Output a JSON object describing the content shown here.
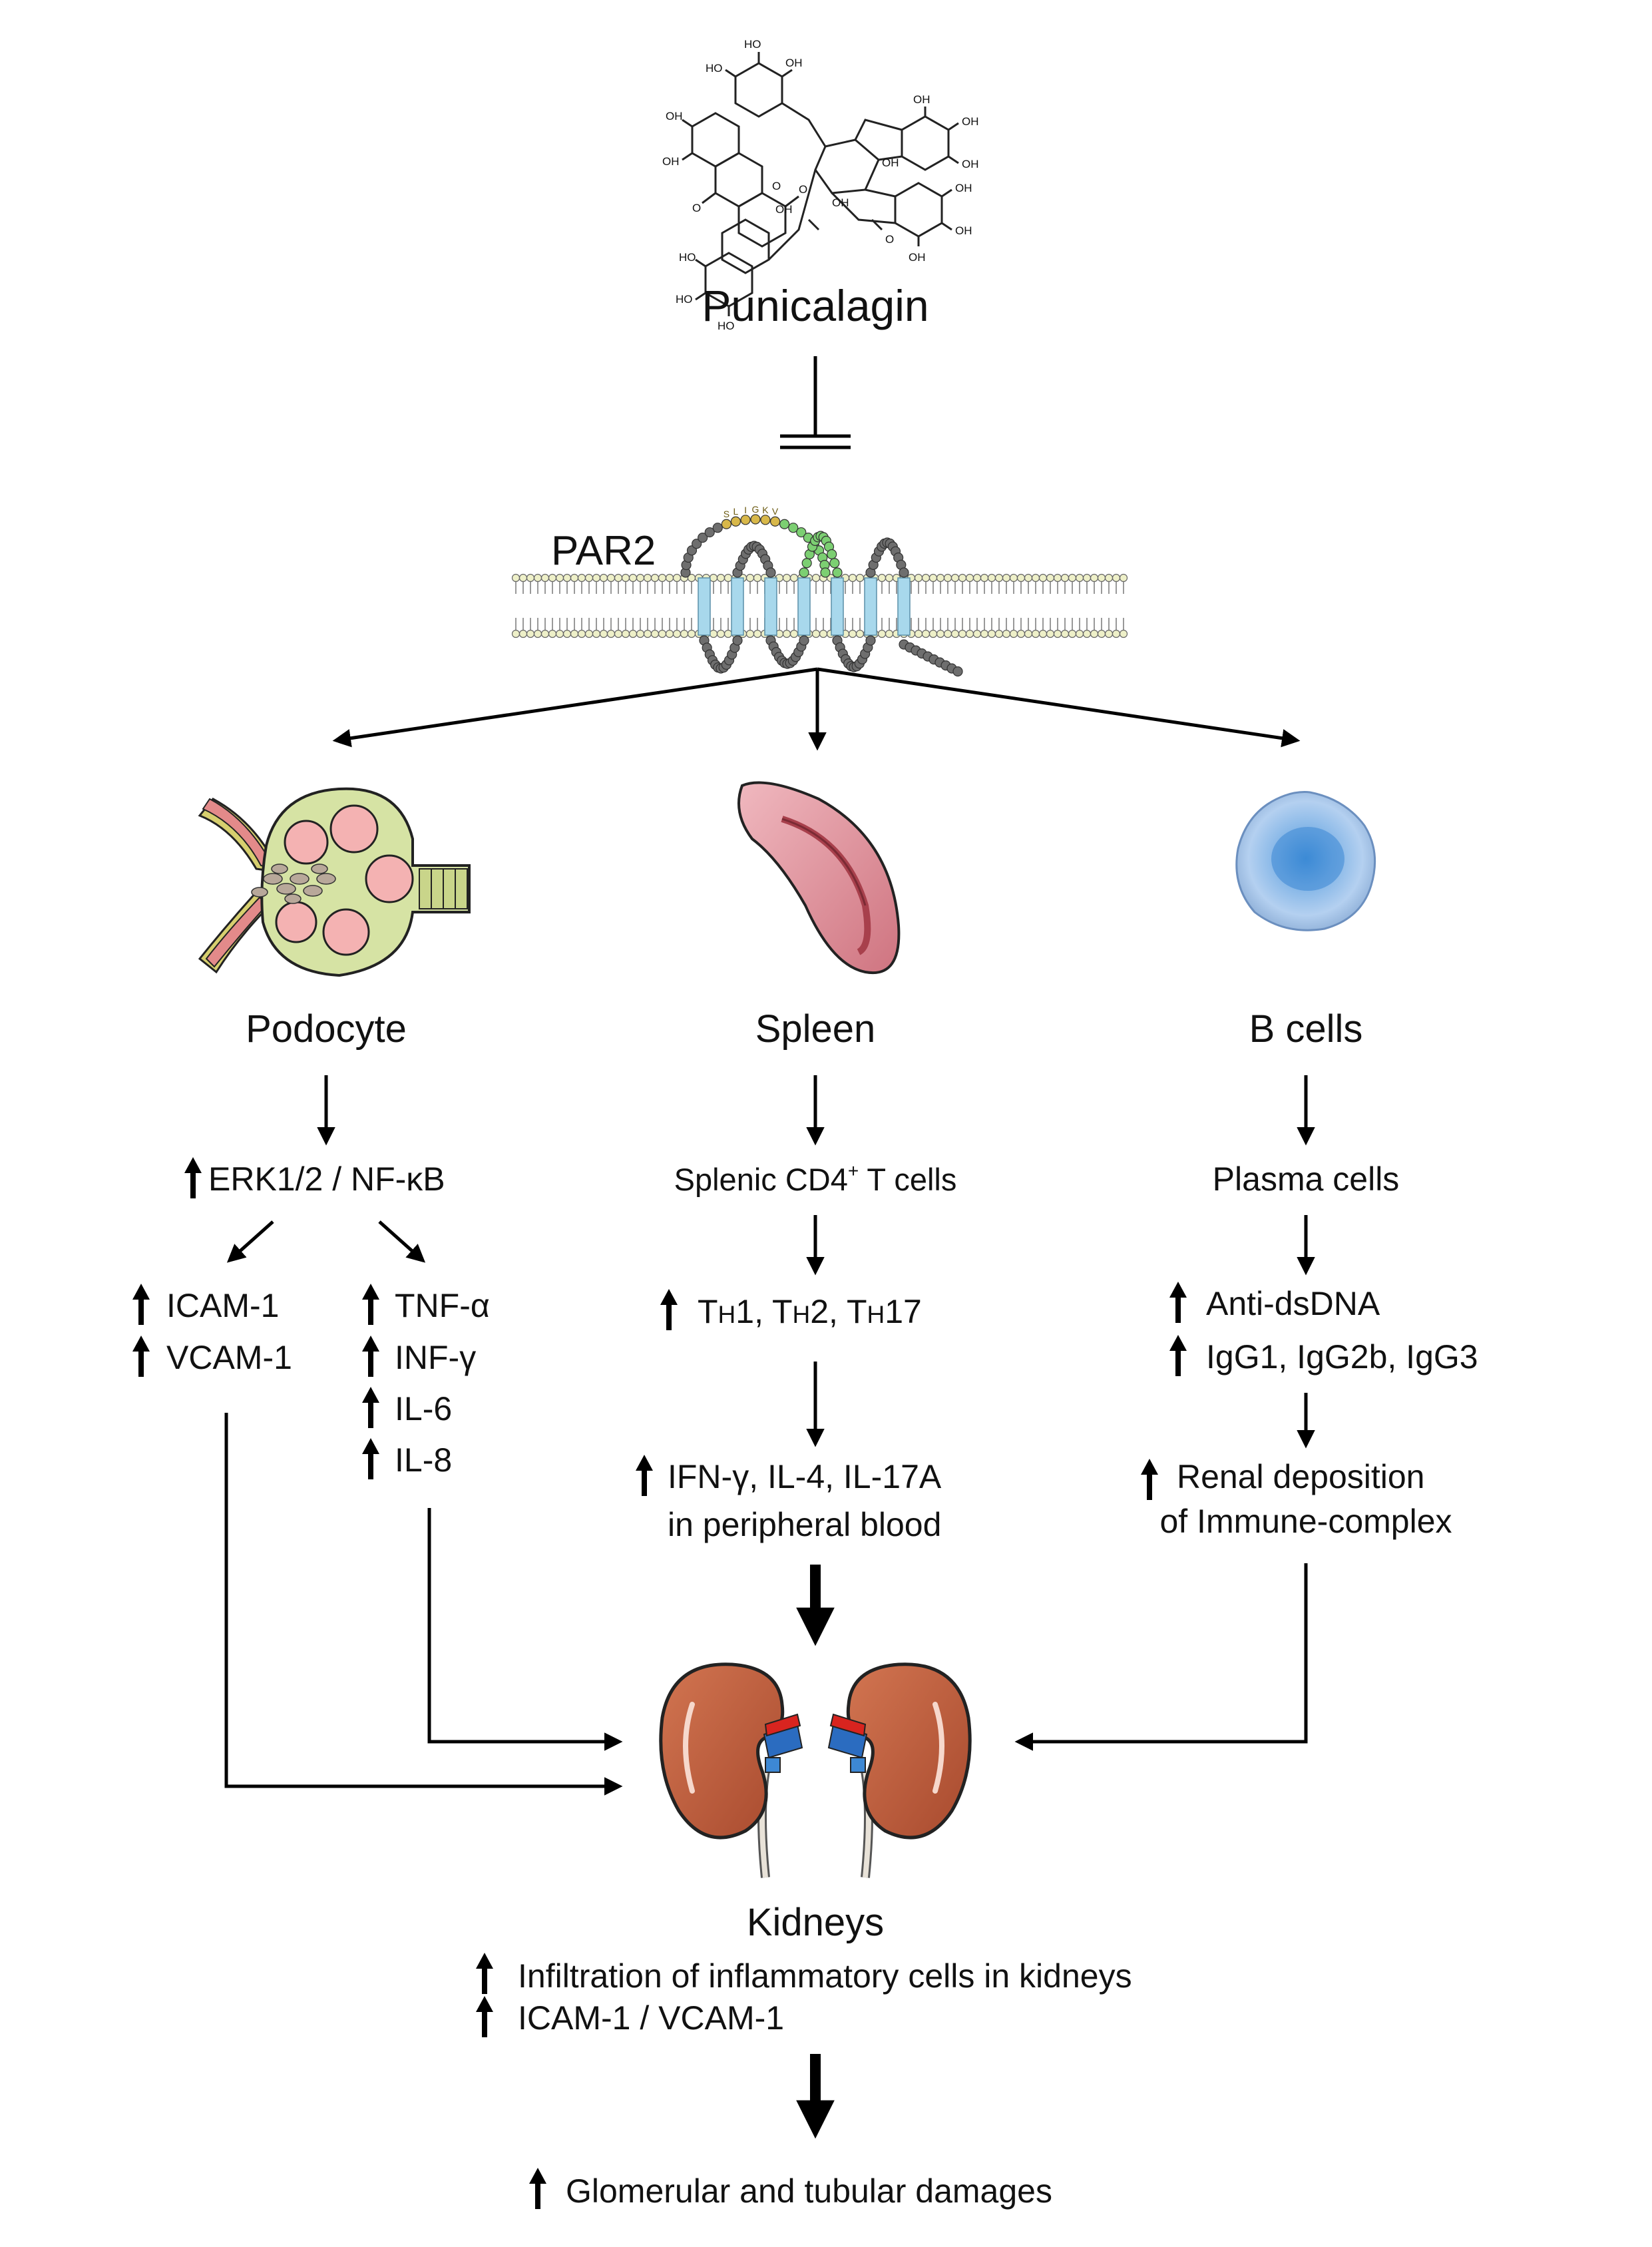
{
  "compound": {
    "name": "Punicalagin",
    "oh_label": "OH",
    "ho_label": "HO",
    "o_label": "O"
  },
  "receptor": {
    "name": "PAR2",
    "motif_letters": [
      "S",
      "L",
      "I",
      "G",
      "K",
      "V"
    ]
  },
  "branches": {
    "podocyte": {
      "title": "Podocyte",
      "step1": "ERK1/2 / NF-κB",
      "left_items": [
        "ICAM-1",
        "VCAM-1"
      ],
      "right_items": [
        "TNF-α",
        "INF-γ",
        "IL-6",
        "IL-8"
      ]
    },
    "spleen": {
      "title": "Spleen",
      "step1_main": "Splenic CD4",
      "step1_sup": "+",
      "step1_tail": " T cells",
      "step2": [
        {
          "big": "T",
          "small": "H",
          "tail": "1, "
        },
        {
          "big": "T",
          "small": "H",
          "tail": "2, "
        },
        {
          "big": "T",
          "small": "H",
          "tail": "17"
        }
      ],
      "step3_line1": "IFN-γ, IL-4, IL-17A",
      "step3_line2": "in peripheral blood"
    },
    "bcells": {
      "title": "B cells",
      "step1": "Plasma cells",
      "step2_line1": "Anti-dsDNA",
      "step2_line2": "IgG1, IgG2b, IgG3",
      "step3_line1": "Renal deposition",
      "step3_line2": "of Immune-complex"
    }
  },
  "kidneys": {
    "title": "Kidneys",
    "effect1": "Infiltration of inflammatory cells in kidneys",
    "effect2": "ICAM-1 / VCAM-1",
    "outcome": "Glomerular and tubular damages"
  },
  "colors": {
    "podocyte_fill": "#d6e3a4",
    "glomerulus_fill": "#f4b2b2",
    "vessel_fill": "#e38a8a",
    "spleen_fill": "#e8a0a8",
    "bcell_fill": "#a9c8ee",
    "kidney_fill": "#c0603f",
    "membrane_head": "#eef0c8",
    "helix_fill": "#a8d8ec",
    "bead_grey": "#6e6e6e",
    "bead_green": "#7ccf72",
    "bead_gold": "#d8b84a",
    "artery_red": "#d8241f",
    "vein_blue": "#2b6cc0"
  }
}
